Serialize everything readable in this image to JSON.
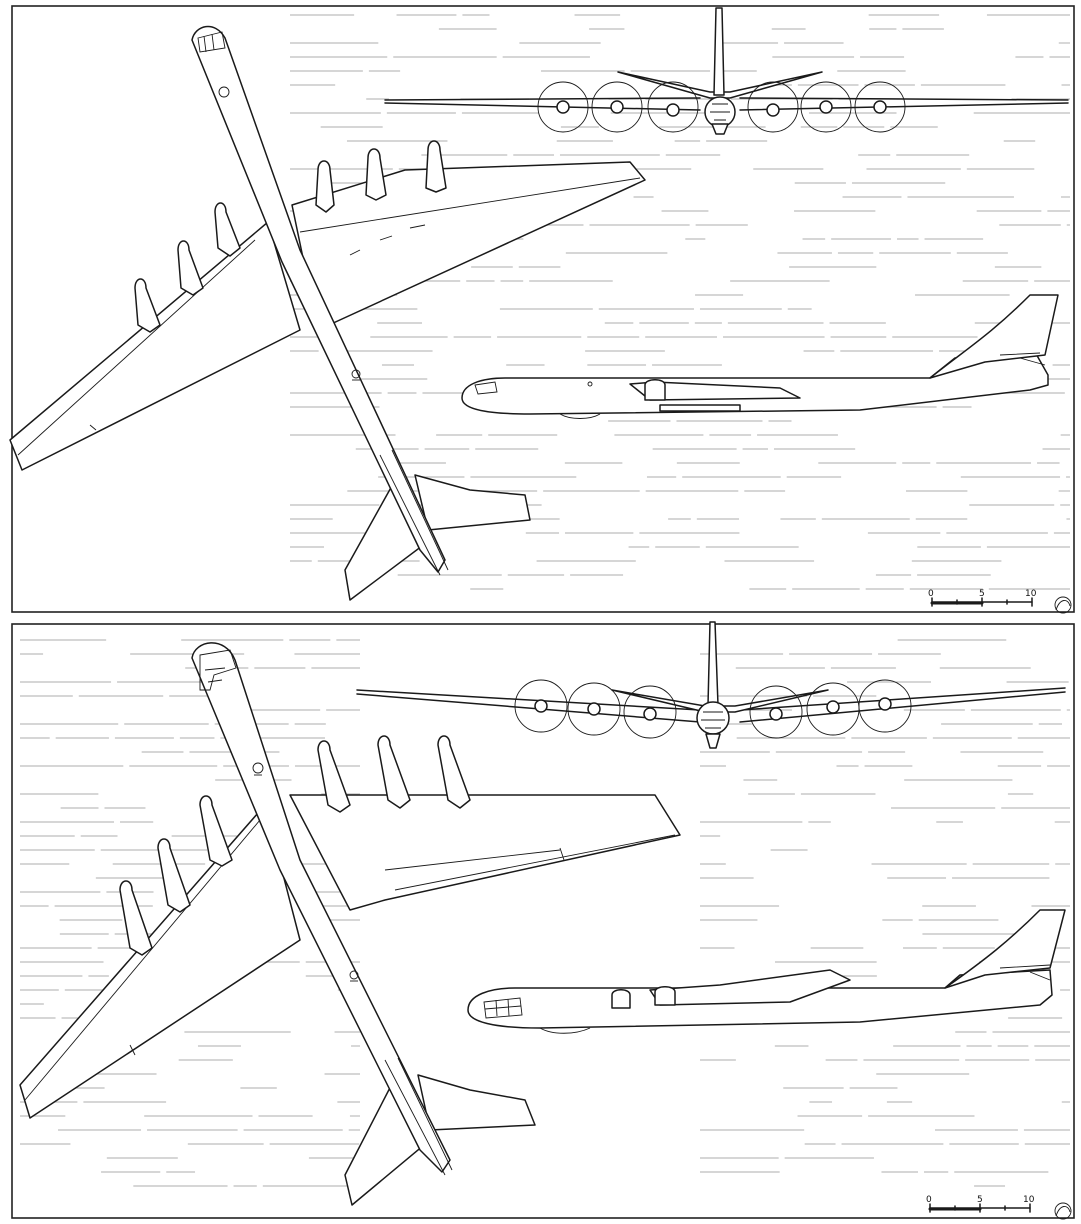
{
  "scale_bar": {
    "ticks": [
      "0",
      "5",
      "10"
    ]
  },
  "panels": [
    {
      "id": "top",
      "views": [
        "plan-view",
        "front-view",
        "side-view"
      ],
      "engines_per_wing": 3
    },
    {
      "id": "bottom",
      "views": [
        "plan-view",
        "front-view",
        "side-view"
      ],
      "engines_per_wing": 3
    }
  ],
  "caption": "",
  "colors": {
    "ink": "#1a1a1a",
    "paper": "#ffffff",
    "bleed_through": "#bdbdbd"
  }
}
